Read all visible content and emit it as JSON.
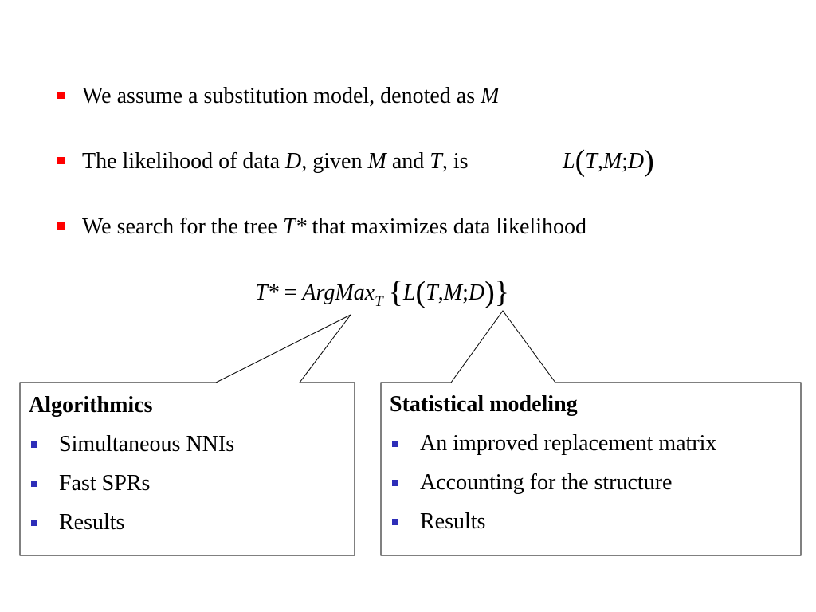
{
  "colors": {
    "bullet_red": "#ff0000",
    "bullet_blue": "#2e2eb8",
    "text": "#000000"
  },
  "bullets": [
    {
      "text": "We assume a substitution model, denoted as ",
      "var": "M"
    },
    {
      "p1": "The likelihood of data ",
      "v1": "D",
      "p2": ", given ",
      "v2": "M",
      "p3": " and ",
      "v3": "T",
      "p4": ", is",
      "formula": {
        "L": "L",
        "T": "T",
        "c": ",",
        "M": "M",
        "s": ";",
        "D": "D"
      }
    },
    {
      "p1": "We search for the tree ",
      "v1": "T*",
      "p2": " that maximizes data likelihood"
    }
  ],
  "main_formula": {
    "lhs": "T*",
    "eq": "=",
    "argmax": "ArgMax",
    "sub": "T",
    "L": "L",
    "T": "T",
    "c": ",",
    "M": "M",
    "s": ";",
    "D": "D"
  },
  "callouts": [
    {
      "title": "Algorithmics",
      "items": [
        "Simultaneous NNIs",
        "Fast SPRs",
        "Results"
      ]
    },
    {
      "title": "Statistical modeling",
      "items": [
        "An improved replacement matrix",
        "Accounting for the structure",
        "Results"
      ]
    }
  ]
}
